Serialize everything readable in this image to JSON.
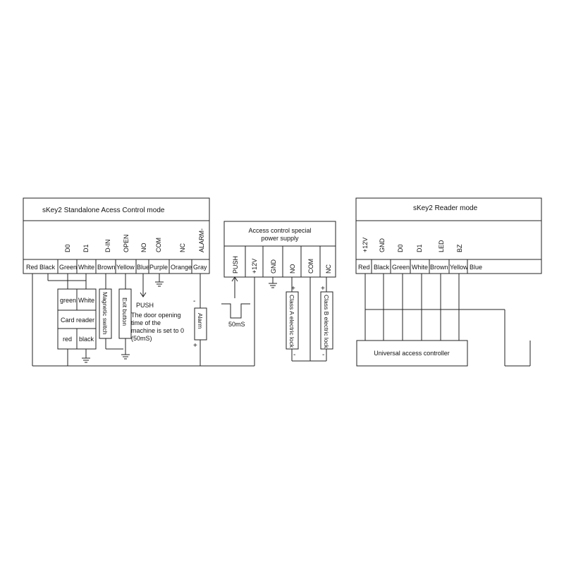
{
  "panels": {
    "standalone": {
      "title": "sKey2 Standalone Acess Control mode"
    },
    "power": {
      "title_line1": "Access control special",
      "title_line2": "power supply"
    },
    "reader": {
      "title": "sKey2 Reader mode"
    }
  },
  "standalone_terminals": [
    "D0",
    "D1",
    "D-IN",
    "OPEN",
    "NO",
    "COM",
    "NC",
    "ALARM-"
  ],
  "standalone_colors": [
    "Red",
    "Black",
    "Green",
    "White",
    "Brown",
    "Yellow",
    "Blue",
    "Purple",
    "Orange",
    "Gray"
  ],
  "card_reader": {
    "green": "green",
    "white": "White",
    "name": "Card reader",
    "red": "red",
    "black": "black"
  },
  "devices": {
    "magnetic_switch": "Magnetic switch",
    "exit_button": "Exit button",
    "alarm": "Alarm",
    "class_a_lock": "Class A electric lock",
    "class_b_lock": "Class B electric lock",
    "universal_controller": "Universal access controller"
  },
  "push_note": {
    "title": "PUSH",
    "line1": "The door opening",
    "line2": "time of the",
    "line3": "machine is set to 0",
    "line4": "(50mS)"
  },
  "power_terminals": [
    "PUSH",
    "+12V",
    "GND",
    "NO",
    "COM",
    "NC"
  ],
  "pulse_label": "50mS",
  "polarity": {
    "plus": "+",
    "minus": "-"
  },
  "reader_terminals": [
    "+12V",
    "GND",
    "D0",
    "D1",
    "LED",
    "BZ"
  ],
  "reader_colors": [
    "Red",
    "Black",
    "Green",
    "White",
    "Brown",
    "Yellow",
    "Blue"
  ]
}
